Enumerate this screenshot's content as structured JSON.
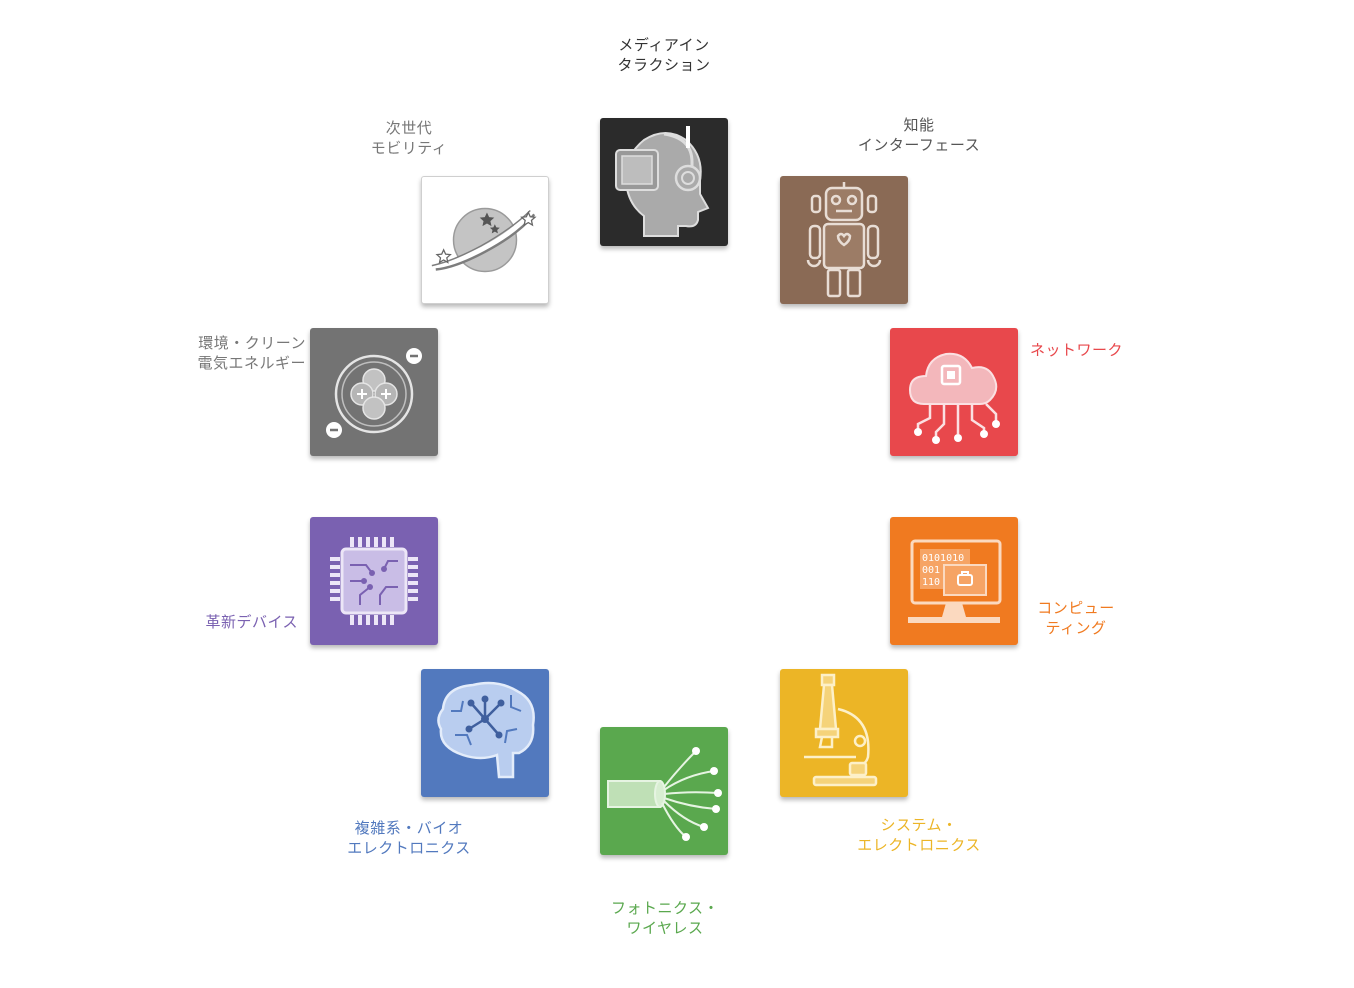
{
  "diagram": {
    "tiles": [
      {
        "id": "media",
        "line1": "メディアイン",
        "line2": "タラクション",
        "tile_color": "#2b2b2b",
        "label_color": "#333333",
        "icon": "vr-headset-head-icon"
      },
      {
        "id": "intelligent",
        "line1": "知能",
        "line2": "インターフェース",
        "tile_color": "#8a6a55",
        "label_color": "#555555",
        "icon": "robot-icon"
      },
      {
        "id": "network",
        "line1": "ネットワーク",
        "line2": "",
        "tile_color": "#e8484c",
        "label_color": "#e8484c",
        "icon": "cloud-network-icon"
      },
      {
        "id": "computing",
        "line1": "コンピュー",
        "line2": "ティング",
        "tile_color": "#f07a20",
        "label_color": "#f07a20",
        "icon": "computer-monitor-icon"
      },
      {
        "id": "system",
        "line1": "システム・",
        "line2": "エレクトロニクス",
        "tile_color": "#ecb526",
        "label_color": "#ecb526",
        "icon": "microscope-icon"
      },
      {
        "id": "photonics",
        "line1": "フォトニクス・",
        "line2": "ワイヤレス",
        "tile_color": "#5aa84e",
        "label_color": "#5aa84e",
        "icon": "optical-fiber-icon"
      },
      {
        "id": "bio",
        "line1": "複雑系・バイオ",
        "line2": "エレクトロニクス",
        "tile_color": "#5279be",
        "label_color": "#5279be",
        "icon": "brain-icon"
      },
      {
        "id": "device",
        "line1": "革新デバイス",
        "line2": "",
        "tile_color": "#7a61b1",
        "label_color": "#7a61b1",
        "icon": "microchip-icon"
      },
      {
        "id": "energy",
        "line1": "環境・クリーン",
        "line2": "電気エネルギー",
        "tile_color": "#737373",
        "label_color": "#777777",
        "icon": "atom-ions-icon"
      },
      {
        "id": "mobility",
        "line1": "次世代",
        "line2": "モビリティ",
        "tile_color": "#ffffff",
        "label_color": "#777777",
        "icon": "planet-icon"
      }
    ]
  }
}
